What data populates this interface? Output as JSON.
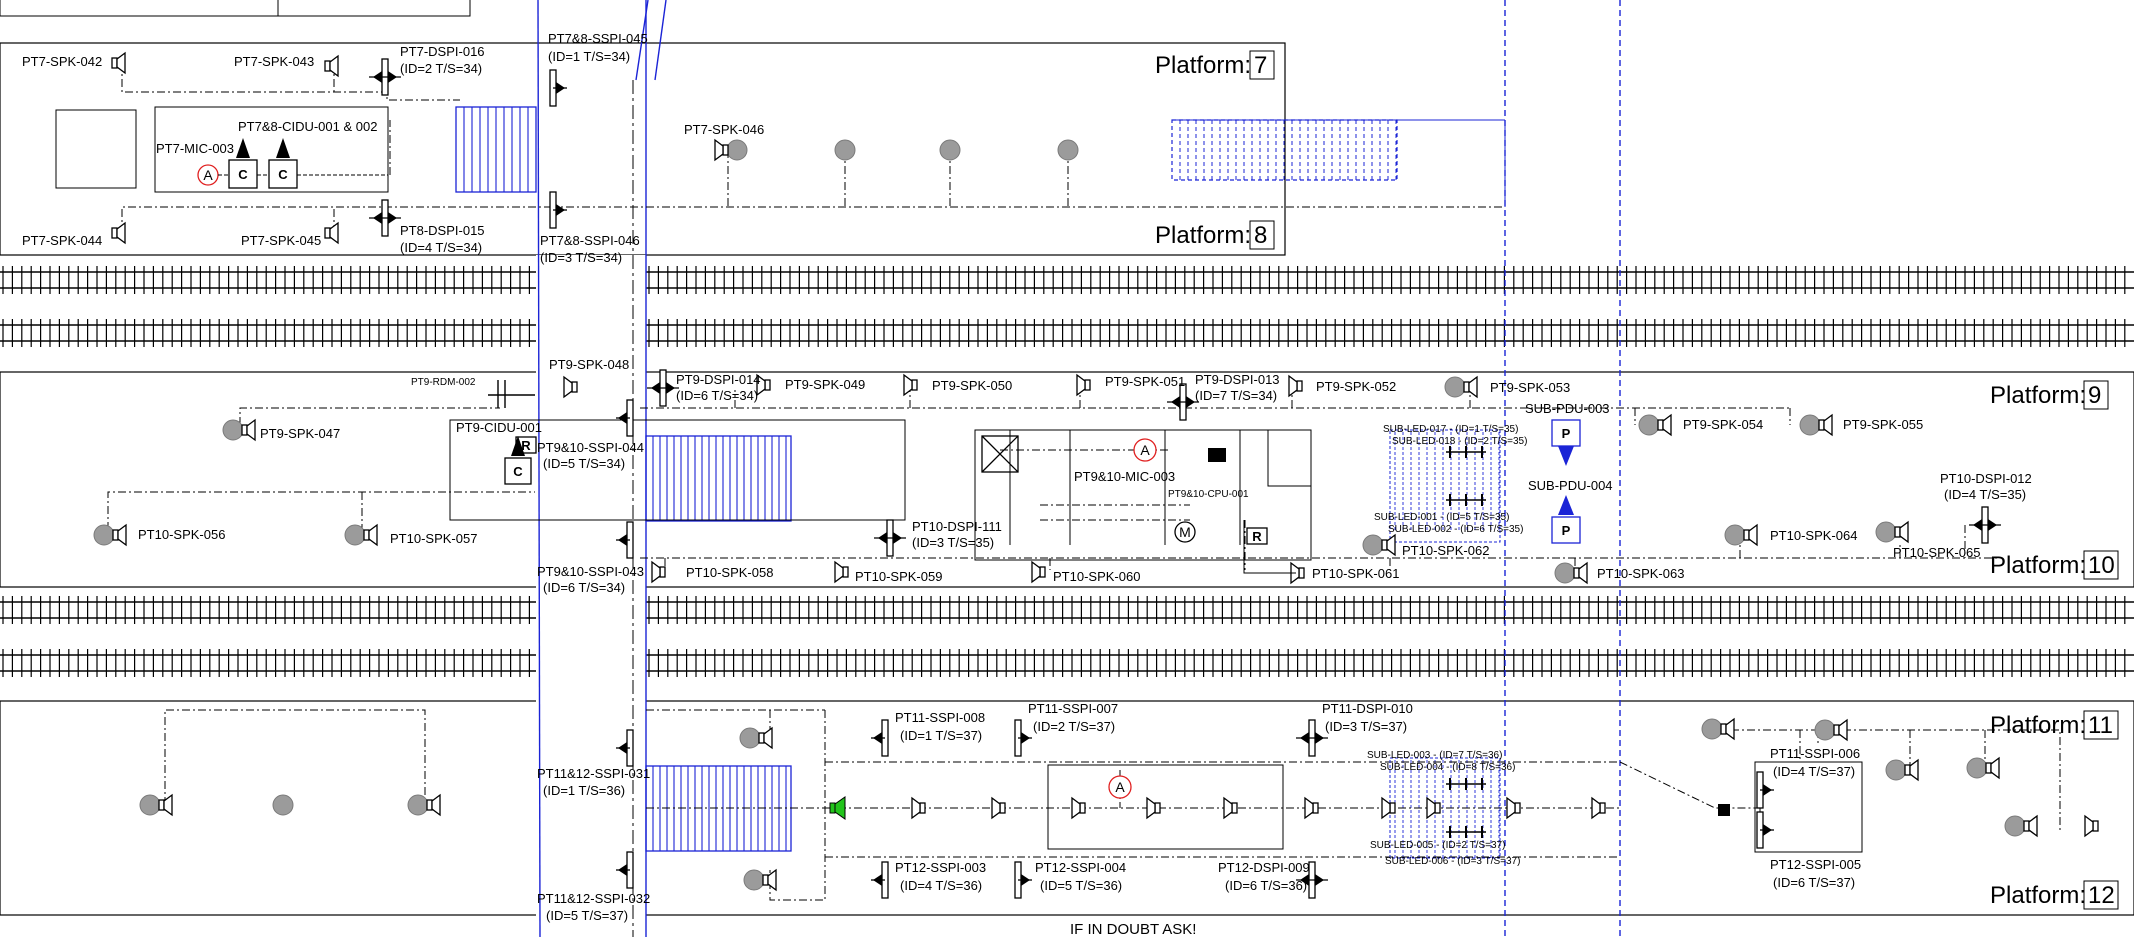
{
  "platforms": {
    "p7": {
      "word": "Platform:",
      "num": "7"
    },
    "p8": {
      "word": "Platform:",
      "num": "8"
    },
    "p9": {
      "word": "Platform:",
      "num": "9"
    },
    "p10": {
      "word": "Platform:",
      "num": "10"
    },
    "p11": {
      "word": "Platform:",
      "num": "11"
    },
    "p12": {
      "word": "Platform:",
      "num": "12"
    }
  },
  "symbol_letters": {
    "amp": "A",
    "cidu": "C",
    "pdu": "P",
    "mic": "M",
    "rdm": "R"
  },
  "labels": {
    "pt7_spk_042": "PT7-SPK-042",
    "pt7_spk_043": "PT7-SPK-043",
    "pt7_dspi_016": "PT7-DSPI-016",
    "pt7_dspi_016_id": "(ID=2 T/S=34)",
    "pt78_sspi_045": "PT7&8-SSPI-045",
    "pt78_sspi_045_id": "(ID=1 T/S=34)",
    "pt78_cidu": "PT7&8-CIDU-001 & 002",
    "pt7_mic_003": "PT7-MIC-003",
    "pt7_spk_046": "PT7-SPK-046",
    "pt7_spk_044": "PT7-SPK-044",
    "pt7_spk_045": "PT7-SPK-045",
    "pt8_dspi_015": "PT8-DSPI-015",
    "pt8_dspi_015_id": "(ID=4 T/S=34)",
    "pt78_sspi_046": "PT7&8-SSPI-046",
    "pt78_sspi_046_id": "(ID=3 T/S=34)",
    "pt9_rdm_002": "PT9-RDM-002",
    "pt9_spk_048": "PT9-SPK-048",
    "pt9_dspi_014": "PT9-DSPI-014",
    "pt9_dspi_014_id": "(ID=6 T/S=34)",
    "pt9_spk_049": "PT9-SPK-049",
    "pt9_spk_050": "PT9-SPK-050",
    "pt9_spk_051": "PT9-SPK-051",
    "pt9_dspi_013": "PT9-DSPI-013",
    "pt9_dspi_013_id": "(ID=7 T/S=34)",
    "pt9_spk_052": "PT9-SPK-052",
    "pt9_spk_053": "PT9-SPK-053",
    "sub_pdu_003": "SUB-PDU-003",
    "pt9_spk_054": "PT9-SPK-054",
    "pt9_spk_055": "PT9-SPK-055",
    "pt9_spk_047": "PT9-SPK-047",
    "pt9_cidu_001": "PT9-CIDU-001",
    "pt910_sspi_044": "PT9&10-SSPI-044",
    "pt910_sspi_044_id": "(ID=5 T/S=34)",
    "pt910_mic_003": "PT9&10-MIC-003",
    "pt910_cpu_001": "PT9&10-CPU-001",
    "sub_led_017": "SUB-LED-017 - (ID=1 T/S=35)",
    "sub_led_018": "SUB-LED-018 - (ID=2 T/S=35)",
    "sub_led_001": "SUB-LED-001 - (ID=5 T/S=35)",
    "sub_led_002": "SUB-LED-002 - (ID=6 T/S=35)",
    "sub_pdu_004": "SUB-PDU-004",
    "pt10_dspi_012": "PT10-DSPI-012",
    "pt10_dspi_012_id": "(ID=4 T/S=35)",
    "pt10_spk_056": "PT10-SPK-056",
    "pt10_spk_057": "PT10-SPK-057",
    "pt10_dspi_011": "PT10-DSPI-111",
    "pt10_dspi_011_id": "(ID=3 T/S=35)",
    "pt10_spk_062": "PT10-SPK-062",
    "pt10_spk_064": "PT10-SPK-064",
    "pt10_spk_065": "PT10-SPK-065",
    "pt910_sspi_043": "PT9&10-SSPI-043",
    "pt910_sspi_043_id": "(ID=6 T/S=34)",
    "pt10_spk_058": "PT10-SPK-058",
    "pt10_spk_059": "PT10-SPK-059",
    "pt10_spk_060": "PT10-SPK-060",
    "pt10_spk_061": "PT10-SPK-061",
    "pt10_spk_063": "PT10-SPK-063",
    "pt11_sspi_008": "PT11-SSPI-008",
    "pt11_sspi_008_id": "(ID=1 T/S=37)",
    "pt11_sspi_007": "PT11-SSPI-007",
    "pt11_sspi_007_id": "(ID=2 T/S=37)",
    "pt11_dspi_010": "PT11-DSPI-010",
    "pt11_dspi_010_id": "(ID=3 T/S=37)",
    "sub_led_003": "SUB-LED-003 - (ID=7 T/S=36)",
    "sub_led_004": "SUB-LED-004 - (ID=8 T/S=36)",
    "sub_led_005": "SUB-LED-005 - (ID=2 T/S=37)",
    "sub_led_006": "SUB-LED-006 - (ID=3 T/S=37)",
    "pt11_sspi_006": "PT11-SSPI-006",
    "pt11_sspi_006_id": "(ID=4 T/S=37)",
    "pt1112_sspi_031": "PT11&12-SSPI-031",
    "pt1112_sspi_031_id": "(ID=1 T/S=36)",
    "pt12_sspi_003": "PT12-SSPI-003",
    "pt12_sspi_003_id": "(ID=4 T/S=36)",
    "pt12_sspi_004": "PT12-SSPI-004",
    "pt12_sspi_004_id": "(ID=5 T/S=36)",
    "pt12_dspi_009": "PT12-DSPI-009",
    "pt12_dspi_009_id": "(ID=6 T/S=36)",
    "pt12_sspi_005": "PT12-SSPI-005",
    "pt12_sspi_005_id": "(ID=6 T/S=37)",
    "pt1112_sspi_032": "PT11&12-SSPI-032",
    "pt1112_sspi_032_id": "(ID=5 T/S=37)"
  },
  "footer": "IF IN DOUBT ASK!",
  "colors": {
    "line": "#000000",
    "blue": "#1b24d6",
    "red": "#e02020",
    "green": "#22c41b",
    "grey": "#9b9b9b"
  }
}
